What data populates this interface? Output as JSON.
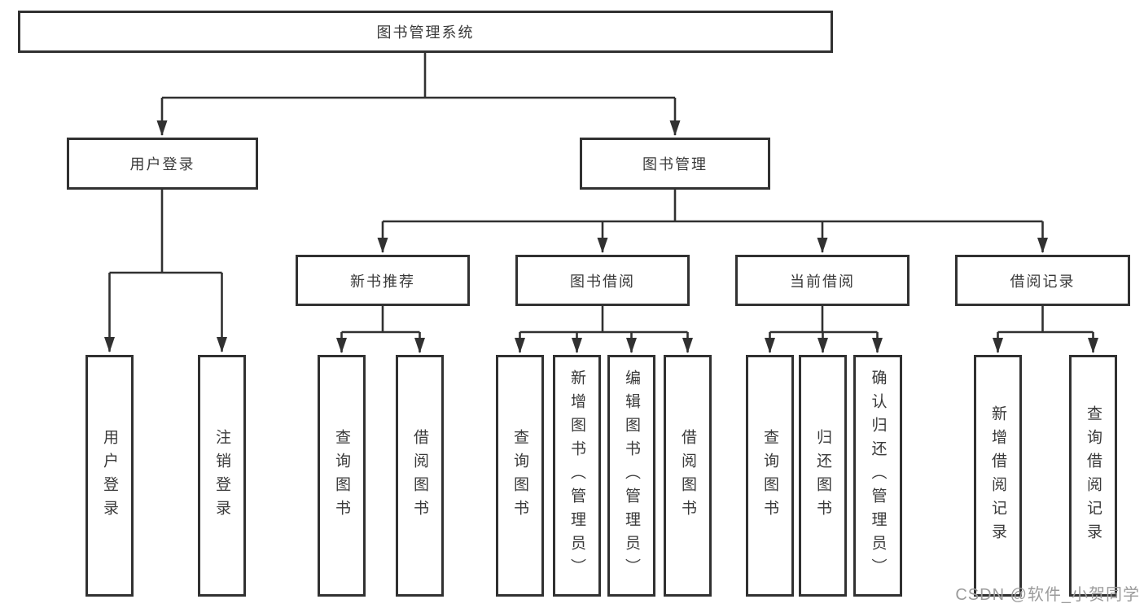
{
  "diagram": {
    "title": "图书管理系统",
    "branches": [
      {
        "label": "用户登录",
        "children": [
          {
            "label": "用户登录"
          },
          {
            "label": "注销登录"
          }
        ]
      },
      {
        "label": "图书管理",
        "children": [
          {
            "label": "新书推荐",
            "children": [
              {
                "label": "查询图书"
              },
              {
                "label": "借阅图书"
              }
            ]
          },
          {
            "label": "图书借阅",
            "children": [
              {
                "label": "查询图书"
              },
              {
                "label": "新增图书（管理员）"
              },
              {
                "label": "编辑图书（管理员）"
              },
              {
                "label": "借阅图书"
              }
            ]
          },
          {
            "label": "当前借阅",
            "children": [
              {
                "label": "查询图书"
              },
              {
                "label": "归还图书"
              },
              {
                "label": "确认归还（管理员）"
              }
            ]
          },
          {
            "label": "借阅记录",
            "children": [
              {
                "label": "新增借阅记录"
              },
              {
                "label": "查询借阅记录"
              }
            ]
          }
        ]
      }
    ]
  },
  "watermark": "CSDN @软件_小贺同学",
  "colors": {
    "line": "#313131",
    "text": "#3a3a3a",
    "watermark": "#9b9b9b",
    "background": "#ffffff"
  }
}
